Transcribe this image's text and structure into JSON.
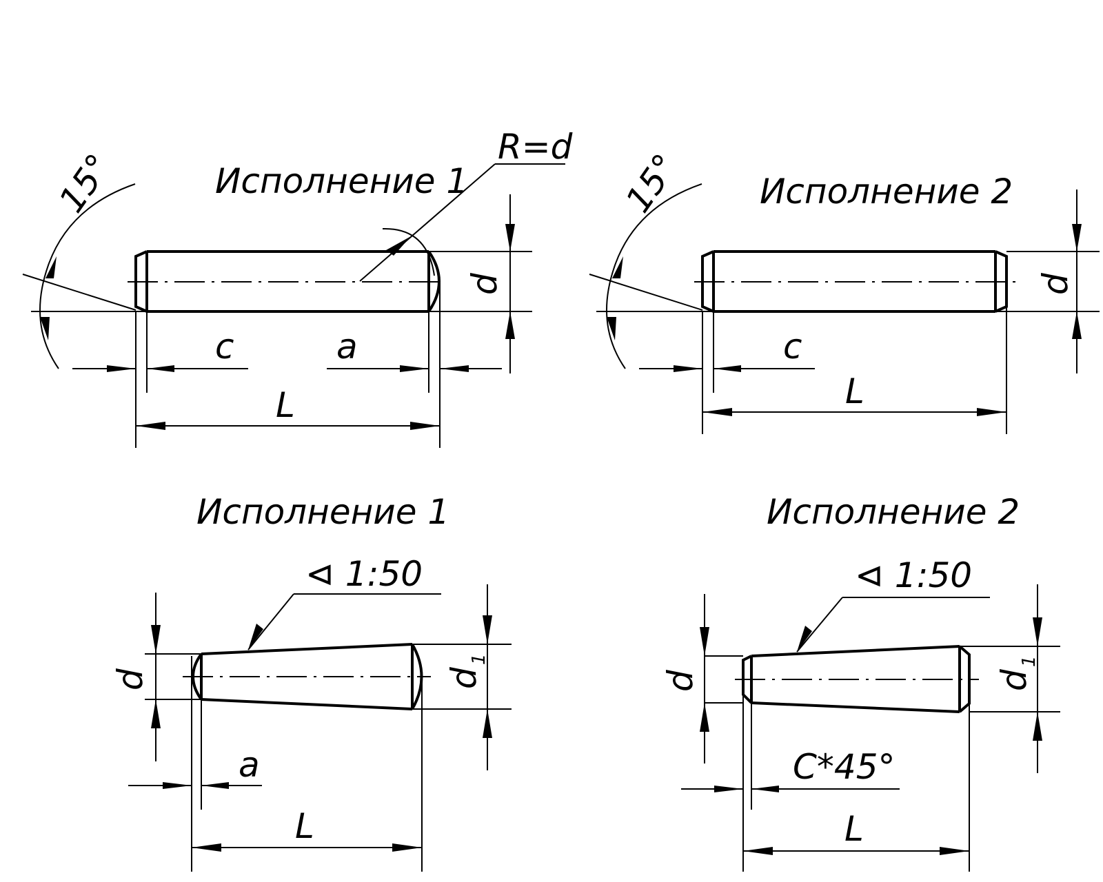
{
  "views": [
    {
      "title": "Исполнение 1",
      "labels": {
        "angle": "15°",
        "radius": "R=d",
        "diameter": "d",
        "c": "c",
        "a": "a",
        "length": "L"
      }
    },
    {
      "title": "Исполнение 2",
      "labels": {
        "angle": "15°",
        "diameter": "d",
        "c": "c",
        "length": "L"
      }
    },
    {
      "title": "Исполнение 1",
      "labels": {
        "taper": "⊲ 1:50",
        "diameter": "d",
        "diameter1": "d",
        "diameter1_sub": "1",
        "a": "a",
        "length": "L"
      }
    },
    {
      "title": "Исполнение 2",
      "labels": {
        "taper": "⊲ 1:50",
        "diameter": "d",
        "diameter1": "d",
        "diameter1_sub": "1",
        "chamfer": "C*45°",
        "length": "L"
      }
    }
  ]
}
